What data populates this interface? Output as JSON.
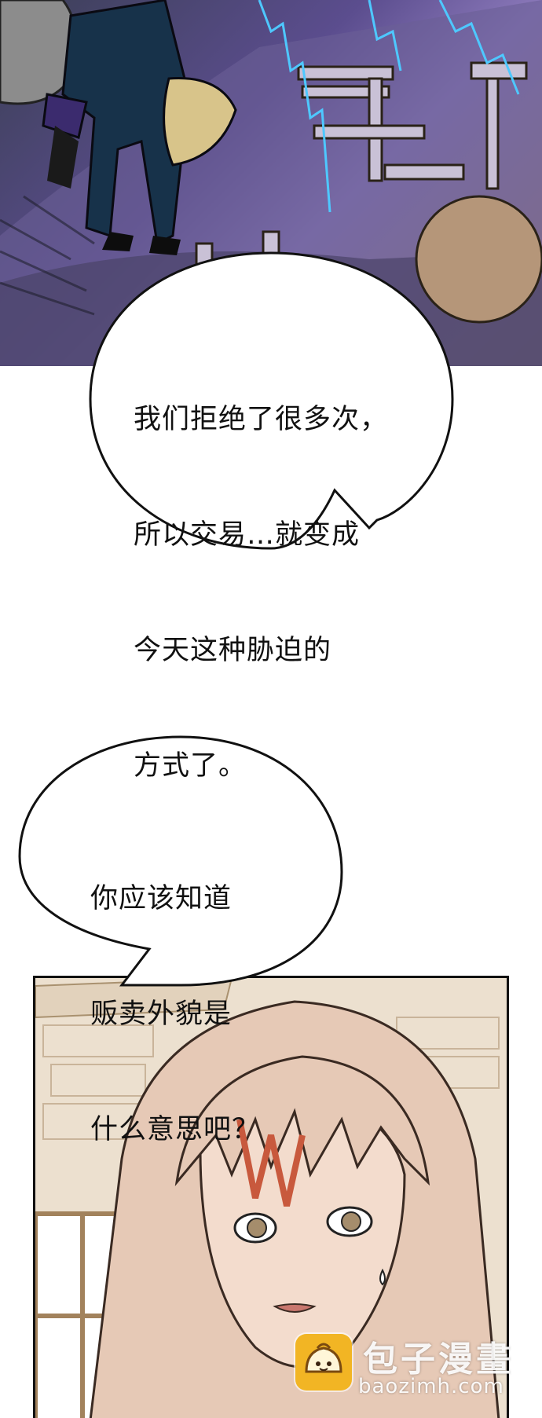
{
  "bubbles": {
    "first": {
      "lines": [
        "我们拒绝了很多次，",
        "所以交易…就变成",
        "今天这种胁迫的",
        "方式了。"
      ]
    },
    "second": {
      "lines": [
        "你应该知道",
        "贩卖外貌是",
        "什么意思吧？"
      ]
    }
  },
  "watermark": {
    "title": "包子漫畫",
    "url": "baozimh.com",
    "logo_icon": "bun-mascot-icon"
  },
  "colors": {
    "lightning": "#4ec8ff",
    "hair": "#e6c9b6",
    "skin": "#f3dccd",
    "logo": "#f2b524"
  }
}
